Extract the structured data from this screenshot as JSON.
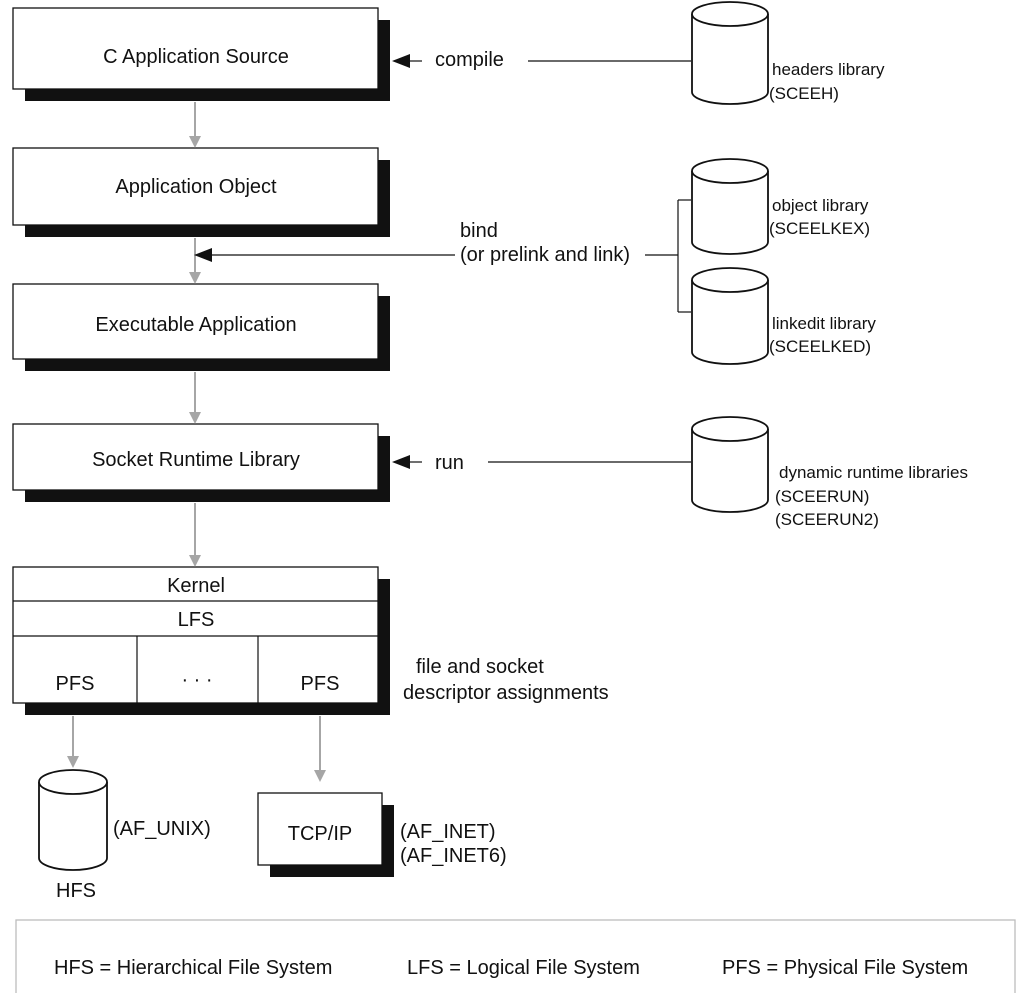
{
  "boxes": {
    "c_source": "C Application Source",
    "app_object": "Application Object",
    "executable": "Executable Application",
    "socket_runtime": "Socket Runtime Library",
    "tcpip": "TCP/IP"
  },
  "kernel": {
    "kernel": "Kernel",
    "lfs": "LFS",
    "pfs_left": "PFS",
    "dots": "· · ·",
    "pfs_right": "PFS"
  },
  "actions": {
    "compile": "compile",
    "bind_line1": "bind",
    "bind_line2": "(or prelink and link)",
    "run": "run"
  },
  "libraries": {
    "headers": {
      "name": "headers library",
      "dataset": "(SCEEH)"
    },
    "object": {
      "name": "object library",
      "dataset": "(SCEELKEX)"
    },
    "linkedit": {
      "name": "linkedit library",
      "dataset": "(SCEELKED)"
    },
    "runtime": {
      "name": "dynamic runtime libraries",
      "dataset1": "(SCEERUN)",
      "dataset2": "(SCEERUN2)"
    }
  },
  "descriptors": {
    "line1": "file and socket",
    "line2": "descriptor assignments"
  },
  "filesystems": {
    "hfs_label": "HFS",
    "af_unix": "(AF_UNIX)",
    "af_inet": "(AF_INET)",
    "af_inet6": "(AF_INET6)"
  },
  "legend": {
    "hfs": "HFS = Hierarchical File System",
    "lfs": "LFS = Logical File System",
    "pfs": "PFS = Physical File System"
  }
}
